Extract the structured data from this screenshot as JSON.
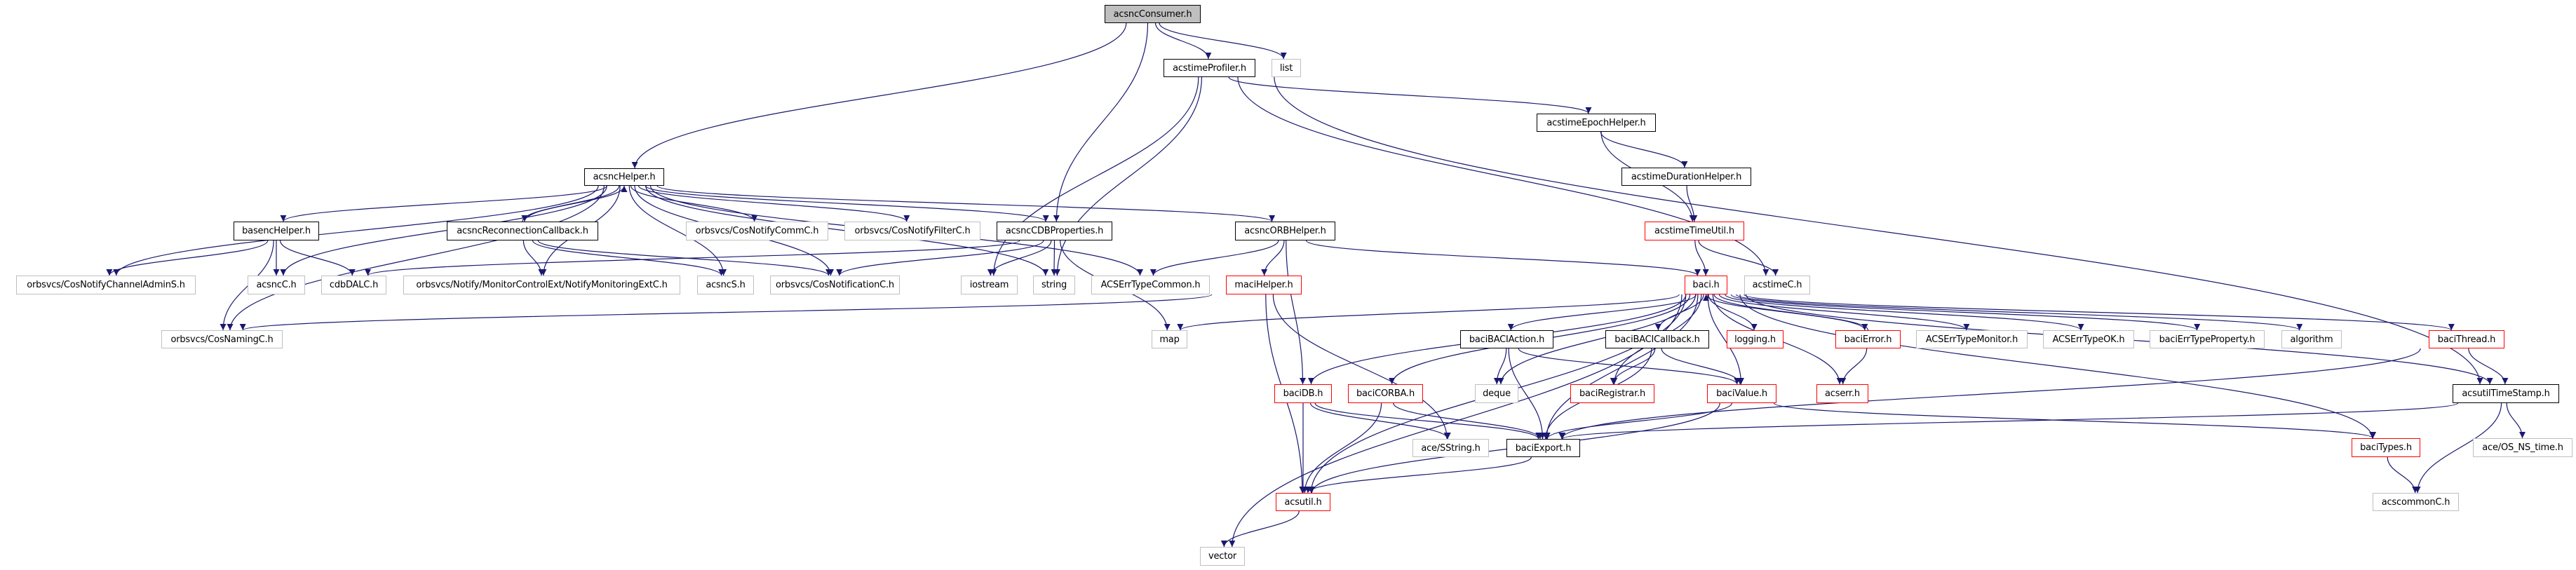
{
  "title": "acsncConsumer.h include dependency graph",
  "colors": {
    "edge": "#191970",
    "local_border": "#000000",
    "external_border": "#bfbfbf",
    "truncated_border": "#ff0000",
    "root_fill": "#bfbfbf"
  },
  "nodes": [
    {
      "id": "acsncConsumer",
      "label": "acsncConsumer.h",
      "kind": "root"
    },
    {
      "id": "acstimeProfiler",
      "label": "acstimeProfiler.h",
      "kind": "local"
    },
    {
      "id": "list",
      "label": "list",
      "kind": "missing"
    },
    {
      "id": "acstimeEpochHelper",
      "label": "acstimeEpochHelper.h",
      "kind": "local"
    },
    {
      "id": "acsncHelper",
      "label": "acsncHelper.h",
      "kind": "local"
    },
    {
      "id": "acstimeDurationHelper",
      "label": "acstimeDurationHelper.h",
      "kind": "local"
    },
    {
      "id": "basencHelper",
      "label": "basencHelper.h",
      "kind": "local"
    },
    {
      "id": "acsncReconnectionCallback",
      "label": "acsncReconnectionCallback.h",
      "kind": "local"
    },
    {
      "id": "CosNotifyCommC",
      "label": "orbsvcs/CosNotifyCommC.h",
      "kind": "missing"
    },
    {
      "id": "CosNotifyFilterC",
      "label": "orbsvcs/CosNotifyFilterC.h",
      "kind": "missing"
    },
    {
      "id": "acsncCDBProperties",
      "label": "acsncCDBProperties.h",
      "kind": "local"
    },
    {
      "id": "acsncORBHelper",
      "label": "acsncORBHelper.h",
      "kind": "local"
    },
    {
      "id": "acstimeTimeUtil",
      "label": "acstimeTimeUtil.h",
      "kind": "truncated"
    },
    {
      "id": "CosNotifyChannelAdminS",
      "label": "orbsvcs/CosNotifyChannelAdminS.h",
      "kind": "missing"
    },
    {
      "id": "acsncC",
      "label": "acsncC.h",
      "kind": "missing"
    },
    {
      "id": "cdbDALC",
      "label": "cdbDALC.h",
      "kind": "missing"
    },
    {
      "id": "NotifyMonitoringExtC",
      "label": "orbsvcs/Notify/MonitorControlExt/NotifyMonitoringExtC.h",
      "kind": "missing"
    },
    {
      "id": "acsncS",
      "label": "acsncS.h",
      "kind": "missing"
    },
    {
      "id": "CosNotificationC",
      "label": "orbsvcs/CosNotificationC.h",
      "kind": "missing"
    },
    {
      "id": "iostream",
      "label": "iostream",
      "kind": "missing"
    },
    {
      "id": "string",
      "label": "string",
      "kind": "missing"
    },
    {
      "id": "ACSErrTypeCommon",
      "label": "ACSErrTypeCommon.h",
      "kind": "missing"
    },
    {
      "id": "maciHelper",
      "label": "maciHelper.h",
      "kind": "truncated"
    },
    {
      "id": "baci",
      "label": "baci.h",
      "kind": "truncated"
    },
    {
      "id": "acstimeC",
      "label": "acstimeC.h",
      "kind": "missing"
    },
    {
      "id": "CosNamingC",
      "label": "orbsvcs/CosNamingC.h",
      "kind": "missing"
    },
    {
      "id": "map",
      "label": "map",
      "kind": "missing"
    },
    {
      "id": "baciBACIAction",
      "label": "baciBACIAction.h",
      "kind": "local"
    },
    {
      "id": "baciBACICallback",
      "label": "baciBACICallback.h",
      "kind": "local"
    },
    {
      "id": "logging",
      "label": "logging.h",
      "kind": "truncated"
    },
    {
      "id": "baciError",
      "label": "baciError.h",
      "kind": "truncated"
    },
    {
      "id": "ACSErrTypeMonitor",
      "label": "ACSErrTypeMonitor.h",
      "kind": "missing"
    },
    {
      "id": "ACSErrTypeOK",
      "label": "ACSErrTypeOK.h",
      "kind": "missing"
    },
    {
      "id": "baciErrTypeProperty",
      "label": "baciErrTypeProperty.h",
      "kind": "missing"
    },
    {
      "id": "algorithm",
      "label": "algorithm",
      "kind": "missing"
    },
    {
      "id": "baciThread",
      "label": "baciThread.h",
      "kind": "truncated"
    },
    {
      "id": "baciDB",
      "label": "baciDB.h",
      "kind": "truncated"
    },
    {
      "id": "baciCORBA",
      "label": "baciCORBA.h",
      "kind": "truncated"
    },
    {
      "id": "deque",
      "label": "deque",
      "kind": "missing"
    },
    {
      "id": "baciRegistrar",
      "label": "baciRegistrar.h",
      "kind": "truncated"
    },
    {
      "id": "baciValue",
      "label": "baciValue.h",
      "kind": "truncated"
    },
    {
      "id": "acserr",
      "label": "acserr.h",
      "kind": "truncated"
    },
    {
      "id": "acsutilTimeStamp",
      "label": "acsutilTimeStamp.h",
      "kind": "local"
    },
    {
      "id": "aceSString",
      "label": "ace/SString.h",
      "kind": "missing"
    },
    {
      "id": "baciExport",
      "label": "baciExport.h",
      "kind": "local"
    },
    {
      "id": "baciTypes",
      "label": "baciTypes.h",
      "kind": "truncated"
    },
    {
      "id": "aceOSNStime",
      "label": "ace/OS_NS_time.h",
      "kind": "missing"
    },
    {
      "id": "acsutil",
      "label": "acsutil.h",
      "kind": "truncated"
    },
    {
      "id": "acscommonC",
      "label": "acscommonC.h",
      "kind": "missing"
    },
    {
      "id": "vector",
      "label": "vector",
      "kind": "missing"
    }
  ],
  "edges": [
    [
      "acsncConsumer",
      "acsncHelper"
    ],
    [
      "acsncConsumer",
      "acsncCDBProperties"
    ],
    [
      "acsncConsumer",
      "acstimeProfiler"
    ],
    [
      "acsncConsumer",
      "list"
    ],
    [
      "acstimeProfiler",
      "acstimeEpochHelper"
    ],
    [
      "acstimeProfiler",
      "acstimeC"
    ],
    [
      "acstimeProfiler",
      "acsutilTimeStamp"
    ],
    [
      "acstimeProfiler",
      "iostream"
    ],
    [
      "acstimeProfiler",
      "string"
    ],
    [
      "acstimeEpochHelper",
      "acstimeDurationHelper"
    ],
    [
      "acstimeEpochHelper",
      "acstimeTimeUtil"
    ],
    [
      "acstimeDurationHelper",
      "acstimeTimeUtil"
    ],
    [
      "acstimeTimeUtil",
      "baci"
    ],
    [
      "acstimeTimeUtil",
      "acstimeC"
    ],
    [
      "acsncHelper",
      "basencHelper"
    ],
    [
      "acsncHelper",
      "acsncReconnectionCallback"
    ],
    [
      "acsncHelper",
      "CosNotifyCommC"
    ],
    [
      "acsncHelper",
      "CosNotifyFilterC"
    ],
    [
      "acsncHelper",
      "acsncCDBProperties"
    ],
    [
      "acsncHelper",
      "acsncORBHelper"
    ],
    [
      "acsncHelper",
      "CosNotifyChannelAdminS"
    ],
    [
      "acsncHelper",
      "acsncC"
    ],
    [
      "acsncHelper",
      "NotifyMonitoringExtC"
    ],
    [
      "acsncHelper",
      "acsncS"
    ],
    [
      "acsncHelper",
      "CosNotificationC"
    ],
    [
      "acsncHelper",
      "CosNamingC"
    ],
    [
      "acsncHelper",
      "ACSErrTypeCommon"
    ],
    [
      "acsncHelper",
      "string"
    ],
    [
      "acsncReconnectionCallback",
      "acsncHelper"
    ],
    [
      "acsncReconnectionCallback",
      "NotifyMonitoringExtC"
    ],
    [
      "acsncReconnectionCallback",
      "acsncS"
    ],
    [
      "acsncReconnectionCallback",
      "CosNotificationC"
    ],
    [
      "basencHelper",
      "CosNotifyChannelAdminS"
    ],
    [
      "basencHelper",
      "acsncC"
    ],
    [
      "basencHelper",
      "cdbDALC"
    ],
    [
      "basencHelper",
      "CosNamingC"
    ],
    [
      "acsncCDBProperties",
      "cdbDALC"
    ],
    [
      "acsncCDBProperties",
      "CosNotificationC"
    ],
    [
      "acsncCDBProperties",
      "iostream"
    ],
    [
      "acsncCDBProperties",
      "string"
    ],
    [
      "acsncCDBProperties",
      "map"
    ],
    [
      "acsncORBHelper",
      "maciHelper"
    ],
    [
      "acsncORBHelper",
      "ACSErrTypeCommon"
    ],
    [
      "acsncORBHelper",
      "baci"
    ],
    [
      "acsncORBHelper",
      "baciDB"
    ],
    [
      "maciHelper",
      "CosNamingC"
    ],
    [
      "maciHelper",
      "acsutil"
    ],
    [
      "maciHelper",
      "aceSString"
    ],
    [
      "baci",
      "map"
    ],
    [
      "baci",
      "vector"
    ],
    [
      "baci",
      "acsutil"
    ],
    [
      "baci",
      "baciDB"
    ],
    [
      "baci",
      "baciCORBA"
    ],
    [
      "baci",
      "deque"
    ],
    [
      "baci",
      "baciBACIAction"
    ],
    [
      "baci",
      "baciBACICallback"
    ],
    [
      "baci",
      "baciRegistrar"
    ],
    [
      "baci",
      "baciValue"
    ],
    [
      "baci",
      "baciExport"
    ],
    [
      "baci",
      "logging"
    ],
    [
      "baci",
      "baciError"
    ],
    [
      "baci",
      "acserr"
    ],
    [
      "baci",
      "ACSErrTypeMonitor"
    ],
    [
      "baci",
      "ACSErrTypeOK"
    ],
    [
      "baci",
      "baciErrTypeProperty"
    ],
    [
      "baci",
      "algorithm"
    ],
    [
      "baci",
      "baciThread"
    ],
    [
      "baci",
      "baciTypes"
    ],
    [
      "baci",
      "acsutilTimeStamp"
    ],
    [
      "baciBACIAction",
      "deque"
    ],
    [
      "baciBACIAction",
      "baciExport"
    ],
    [
      "baciBACIAction",
      "baciValue"
    ],
    [
      "baciBACICallback",
      "baciRegistrar"
    ],
    [
      "baciBACICallback",
      "baciExport"
    ],
    [
      "baciBACICallback",
      "baciValue"
    ],
    [
      "baciError",
      "acserr"
    ],
    [
      "baciError",
      "baci"
    ],
    [
      "baciDB",
      "acsutil"
    ],
    [
      "baciDB",
      "aceSString"
    ],
    [
      "baciDB",
      "baciExport"
    ],
    [
      "baciCORBA",
      "acsutil"
    ],
    [
      "baciCORBA",
      "baciExport"
    ],
    [
      "baciValue",
      "baciExport"
    ],
    [
      "baciValue",
      "acsutil"
    ],
    [
      "baciValue",
      "baciTypes"
    ],
    [
      "baciThread",
      "acsutilTimeStamp"
    ],
    [
      "baciThread",
      "baciExport"
    ],
    [
      "acsutilTimeStamp",
      "baciExport"
    ],
    [
      "acsutilTimeStamp",
      "acscommonC"
    ],
    [
      "acsutilTimeStamp",
      "aceOSNStime"
    ],
    [
      "baciTypes",
      "acscommonC"
    ],
    [
      "baciExport",
      "acsutil"
    ],
    [
      "acsutil",
      "vector"
    ]
  ]
}
